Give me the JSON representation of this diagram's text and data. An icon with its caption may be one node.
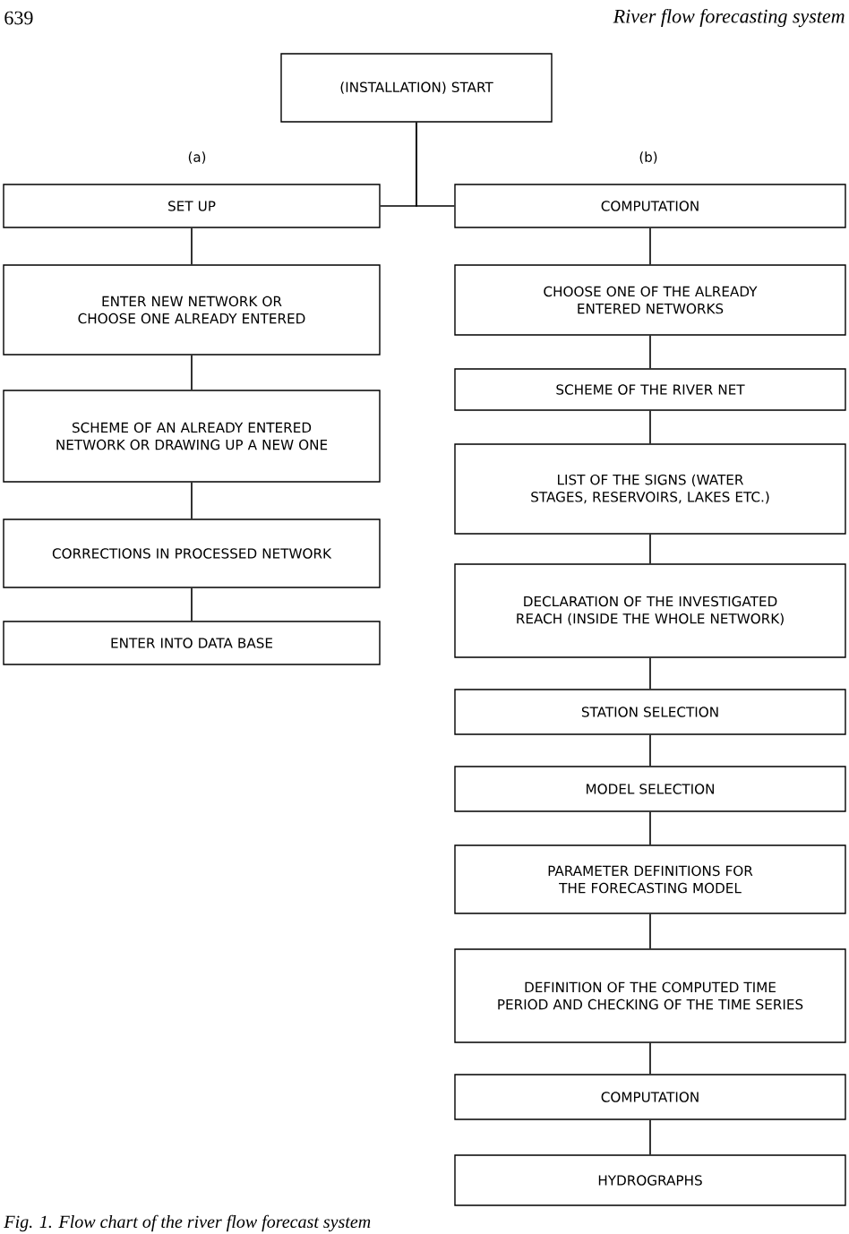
{
  "diagram": {
    "caption": "Fig. 1. Flow chart of the river flow forecast system",
    "nodes": [
      {
        "text": [
          "(INSTALLATION) START"
        ]
      },
      {
        "text": [
          "SET UP"
        ]
      },
      {
        "text": [
          "COMPUTATION"
        ]
      },
      {
        "text": [
          "ENTER NEW NETWORK OR CHOOSE ONE ALREADY ENTERED"
        ]
      },
      {
        "text": [
          "SCHEME OF AN ALREADY ENTERED NETWORK OR DRAWING UP A NEW ONE"
        ]
      },
      {
        "text": [
          "CORRECTIONS IN PROCESSED NETWORK"
        ]
      },
      {
        "text": [
          "ENTER INTO DATA BASE"
        ]
      },
      {
        "text": [
          "CHOOSE ONE OF THE ALREADY ENTERED NETWORKS"
        ]
      },
      {
        "text": [
          "SCHEME OF THE RIVER NET"
        ]
      },
      {
        "text": [
          "LIST OF THE SIGNS (WATER STAGES, RESERVOIRS, LAKES ETC.)"
        ]
      },
      {
        "text": [
          "DECLARATION OF THE INVESTIGATED REACH (INSIDE THE WHOLE NETWORK)"
        ]
      },
      {
        "text": [
          "STATION SELECTION"
        ]
      },
      {
        "text": [
          "MODEL SELECTION"
        ]
      },
      {
        "text": [
          "PARAMETER DEFINITIONS FOR THE FORECASTING MODEL"
        ]
      },
      {
        "text": [
          "DEFINITION OF THE COMPUTED TIME PERIOD AND CHECKING OF THE TIME SERIES"
        ]
      },
      {
        "text": [
          "COMPUTATION"
        ]
      },
      {
        "text": [
          "HYDROGRAPHS"
        ]
      }
    ],
    "edges": [
      {
        "from": 0,
        "to": 1,
        "arrow": "none"
      },
      {
        "from": 0,
        "to": 2,
        "arrow": "none"
      },
      {
        "from": 1,
        "to": 3,
        "arrow": "none"
      },
      {
        "from": 3,
        "to": 4,
        "arrow": "none"
      },
      {
        "from": 4,
        "to": 5,
        "arrow": "none"
      },
      {
        "from": 5,
        "to": 6,
        "arrow": "none"
      },
      {
        "from": 2,
        "to": 7,
        "arrow": "none"
      },
      {
        "from": 7,
        "to": 8,
        "arrow": "none"
      },
      {
        "from": 8,
        "to": 9,
        "arrow": "none"
      },
      {
        "from": 9,
        "to": 10,
        "arrow": "none"
      },
      {
        "from": 10,
        "to": 11,
        "arrow": "none"
      },
      {
        "from": 11,
        "to": 12,
        "arrow": "none"
      },
      {
        "from": 12,
        "to": 13,
        "arrow": "none"
      },
      {
        "from": 13,
        "to": 14,
        "arrow": "none"
      },
      {
        "from": 14,
        "to": 15,
        "arrow": "none"
      },
      {
        "from": 15,
        "to": 16,
        "arrow": "none"
      }
    ],
    "labels": [
      "639",
      "River flow forecasting system",
      "(a)",
      "(b)"
    ]
  }
}
